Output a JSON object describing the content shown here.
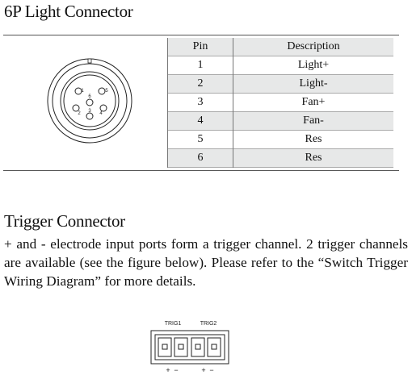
{
  "light_connector": {
    "title": "6P Light Connector",
    "diagram_pin_labels": [
      "1",
      "2",
      "3",
      "4",
      "5",
      "6"
    ],
    "table": {
      "headers": [
        "Pin",
        "Description"
      ],
      "rows": [
        {
          "pin": "1",
          "description": "Light+"
        },
        {
          "pin": "2",
          "description": "Light-"
        },
        {
          "pin": "3",
          "description": "Fan+"
        },
        {
          "pin": "4",
          "description": "Fan-"
        },
        {
          "pin": "5",
          "description": "Res"
        },
        {
          "pin": "6",
          "description": "Res"
        }
      ]
    }
  },
  "trigger_connector": {
    "title": "Trigger Connector",
    "paragraph": "+ and - electrode input ports form a trigger channel. 2 trigger channels are available (see the figure below). Please refer to the “Switch Trigger Wiring Diagram” for more details.",
    "diagram": {
      "channel_labels": [
        "TRIG1",
        "TRIG2"
      ],
      "polarity_labels": [
        "+",
        "−",
        "+",
        "−"
      ]
    }
  }
}
